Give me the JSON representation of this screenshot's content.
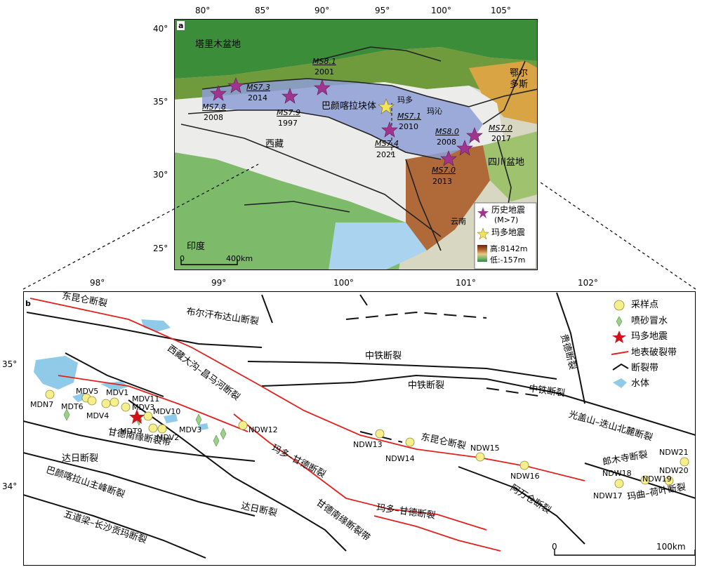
{
  "panel_a": {
    "label": "a",
    "lon_ticks": [
      "80°",
      "85°",
      "90°",
      "95°",
      "100°",
      "105°"
    ],
    "lat_ticks": [
      "40°",
      "35°",
      "30°",
      "25°"
    ],
    "regions": {
      "tarim": "塔里木盆地",
      "bayan_har": "巴颜喀拉块体",
      "tibet": "西藏",
      "ordos": "鄂尔多斯",
      "sichuan": "四川盆地",
      "india": "印度",
      "yunnan": "云南",
      "maduo": "玛多",
      "maqin": "玛沁"
    },
    "quakes": [
      {
        "mag": "MS7.8",
        "year": "2008"
      },
      {
        "mag": "MS7.3",
        "year": "2014"
      },
      {
        "mag": "MS7.9",
        "year": "1997"
      },
      {
        "mag": "MS8.1",
        "year": "2001"
      },
      {
        "mag": "MS7.1",
        "year": "2010"
      },
      {
        "mag": "MS7.4",
        "year": "2021"
      },
      {
        "mag": "MS8.0",
        "year": "2008"
      },
      {
        "mag": "MS7.0",
        "year": "2017"
      },
      {
        "mag": "MS7.0",
        "year": "2013"
      }
    ],
    "legend": {
      "historical": "历史地震",
      "historical_sub": "(M>7)",
      "maduo_quake": "玛多地震",
      "high": "高:8142m",
      "low": "低:-157m"
    },
    "scale": {
      "zero": "0",
      "dist": "400km"
    }
  },
  "panel_b": {
    "label": "b",
    "lon_ticks": [
      "98°",
      "99°",
      "100°",
      "101°",
      "102°"
    ],
    "lat_ticks": [
      "35°",
      "34°"
    ],
    "faults": {
      "dongkunlun_top": "东昆仑断裂",
      "buerhan": "布尔汗布达山断裂",
      "xizang_dagou": "西藏大沟–昌马河断裂",
      "zhongtie_1": "中铁断裂",
      "zhongtie_2": "中铁断裂",
      "zhongtie_3": "中铁断裂",
      "guide": "贵德断裂",
      "guangaishan": "光盖山–迭山北麓断裂",
      "gande_nanyuan": "甘德南缘断裂带",
      "dari_1": "达日断裂",
      "bayan_main": "巴颜喀拉山主峰断裂",
      "wudaoliang": "五道梁–长沙贡玛断裂",
      "dari_2": "达日断裂",
      "maduo_gande_1": "玛多–甘德断裂",
      "gande_nanyuan_2": "甘德南缘断裂带",
      "maduo_gande_2": "玛多–甘德断裂",
      "dongkunlun_mid": "东昆仑断裂",
      "awancang": "阿万仓断裂",
      "langmusi": "郎木寺断裂",
      "maqu_heye": "玛曲–荷叶断裂"
    },
    "samples": [
      "MDN7",
      "MDT6",
      "MDV5",
      "MDV4",
      "MDV1",
      "MDV11",
      "MDV3",
      "MDV10",
      "MDT9",
      "MDV2",
      "MDV3",
      "NDW12",
      "NDW13",
      "NDW14",
      "NDW15",
      "NDW16",
      "NDW17",
      "NDW18",
      "NDW19",
      "NDW20",
      "NDW21"
    ],
    "legend": {
      "sample": "采样点",
      "sand": "喷砂冒水",
      "quake": "玛多地震",
      "rupture": "地表破裂带",
      "fault": "断裂带",
      "water": "水体"
    },
    "scale": {
      "zero": "0",
      "dist": "100km"
    }
  },
  "colors": {
    "star_historical": "#a0348f",
    "star_maduo": "#f5e35a",
    "block_fill": "#8e9fd6",
    "rupture": "#e0211d",
    "water": "#8fcbe8",
    "sample_fill": "#f7ee8c",
    "sand_fill": "#9ccf8a"
  }
}
